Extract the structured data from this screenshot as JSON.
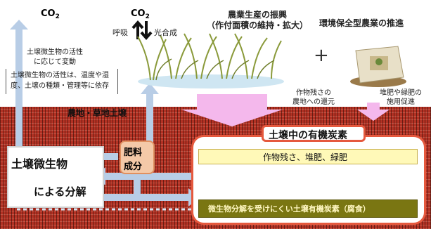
{
  "co2_left": "CO",
  "co2_right": "CO",
  "co2_sub": "2",
  "respiration": "呼吸",
  "photosynthesis": "光合成",
  "activity_note": [
    "土壌微生物の活性",
    "に応じて変動"
  ],
  "activity_box": [
    "土壌微生物の活性は、温度や湿",
    "度、土壌の種類・管理等に依存"
  ],
  "ag_title": [
    "農業生産の振興",
    "（作付面積の維持・拡大）"
  ],
  "eco_title": "環境保全型農業の推進",
  "plus": "+",
  "residue_return": [
    "作物残さの",
    "農地への還元"
  ],
  "compost_promo": [
    "堆肥や緑肥の",
    "施用促進"
  ],
  "land_label": "農地・草地土壌",
  "microbe": [
    "土壌微生物",
    "による分解"
  ],
  "fertilizer": [
    "肥料",
    "成分"
  ],
  "organic_title": "土壌中の有機炭素",
  "residue_bar": "作物残さ、堆肥、緑肥",
  "humus_bar": "微生物分解を受けにくい土壌有機炭素（腐食）",
  "colors": {
    "soil": "#b33224",
    "panel_border": "#e5593e",
    "arrow_blue": "#b8cde6",
    "arrow_pink": "#f4b8ec",
    "humus": "#7a7612",
    "residue": "#fff9b8"
  }
}
